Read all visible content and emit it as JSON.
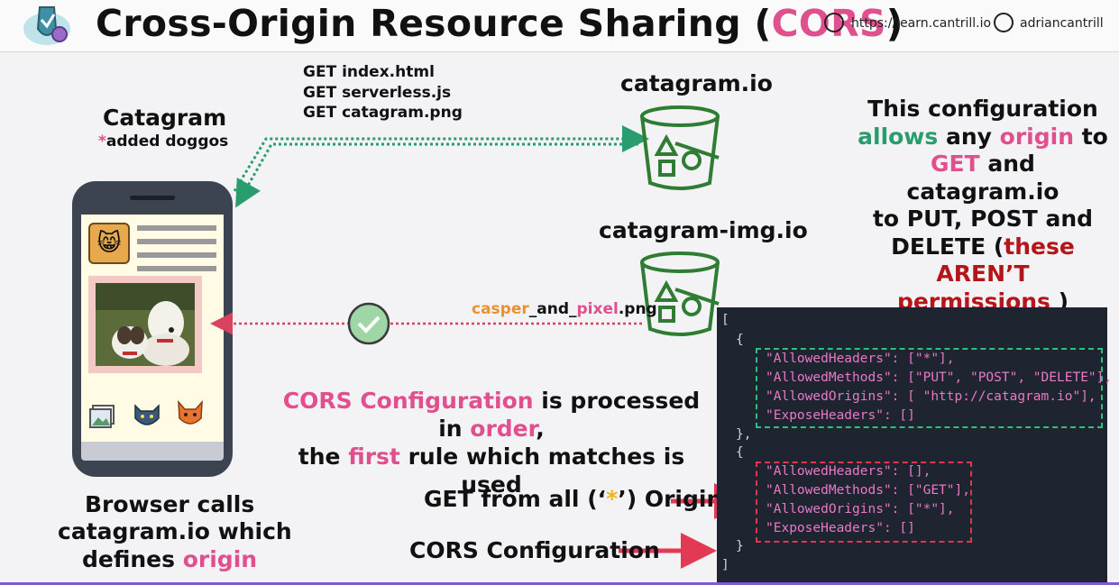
{
  "header": {
    "title_prefix": "Cross-Origin Resource Sharing (",
    "title_highlight": "CORS",
    "title_suffix": ")",
    "website": "https://learn.cantrill.io",
    "twitter": "adriancantrill"
  },
  "phone_section": {
    "app_name": "Catagram",
    "note_star": "*",
    "note_text": "added doggos",
    "caption_line1": "Browser calls",
    "caption_line2": "catagram.io which",
    "caption_line3_prefix": "defines ",
    "caption_line3_highlight": "origin"
  },
  "requests": [
    "GET index.html",
    "GET serverless.js",
    "GET catagram.png"
  ],
  "buckets": {
    "first": "catagram.io",
    "second": "catagram-img.io"
  },
  "image_file": {
    "part1": "casper",
    "sep1": "_and_",
    "part2": "pixel",
    "ext": ".png"
  },
  "config_note": {
    "l1": "This configuration",
    "l2a": "allows",
    "l2b": " any ",
    "l2c": "origin",
    "l2d": " to",
    "l3a": "GET",
    "l3b": " and catagram.io",
    "l4": "to PUT, POST and",
    "l5a": "DELETE (",
    "l5b": "these AREN’T",
    "l6a": "permissions",
    "l6b": " )"
  },
  "order_note": {
    "l1a": "CORS Configuration",
    "l1b": " is processed in ",
    "l1c": "order",
    "l1d": ",",
    "l2a": "the ",
    "l2b": "first",
    "l2c": " rule which matches is used"
  },
  "callouts": {
    "get_prefix": "GET from all (‘",
    "get_star": "*",
    "get_suffix": "’) Origins",
    "cors_config": "CORS Configuration"
  },
  "code": {
    "open_bracket": "[",
    "open_brace": "{",
    "rule1_headers": "\"AllowedHeaders\": [\"*\"],",
    "rule1_methods": "\"AllowedMethods\": [\"PUT\", \"POST\", \"DELETE\"],",
    "rule1_origins": "\"AllowedOrigins\": [ \"http://catagram.io\"],",
    "rule1_expose": "\"ExposeHeaders\": []",
    "close_brace_comma": "},",
    "open_brace2": "{",
    "rule2_headers": "\"AllowedHeaders\": [],",
    "rule2_methods": "\"AllowedMethods\": [\"GET\"],",
    "rule2_origins": "\"AllowedOrigins\": [\"*\"],",
    "rule2_expose": "\"ExposeHeaders\": []",
    "close_brace": "}",
    "close_bracket": "]"
  },
  "colors": {
    "pink": "#e0508f",
    "green": "#2a9d6f",
    "dark_red": "#b3151a",
    "bucket_green": "#2e7d32",
    "code_bg": "#1e2430"
  }
}
